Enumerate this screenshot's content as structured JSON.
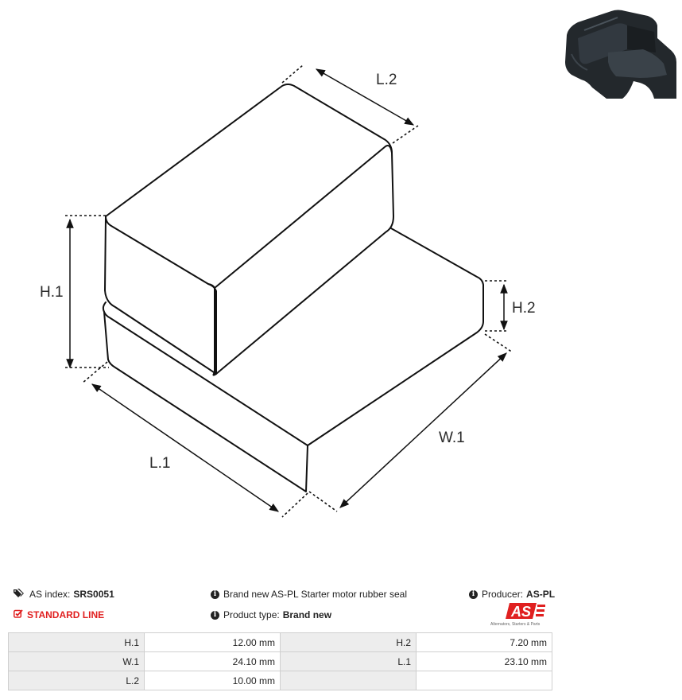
{
  "drawing": {
    "labels": {
      "l2": "L.2",
      "h1": "H.1",
      "h2": "H.2",
      "l1": "L.1",
      "w1": "W.1"
    }
  },
  "photo": {
    "alt_icon": "rubber-seal-photo"
  },
  "info": {
    "index_label": "AS index:",
    "index_value": "SRS0051",
    "line_label": "STANDARD LINE",
    "description": "Brand new AS-PL Starter motor rubber seal",
    "type_label": "Product type:",
    "type_value": "Brand new",
    "producer_label": "Producer:",
    "producer_value": "AS-PL",
    "logo_text": "AS",
    "logo_caption": "Alternators, Starters & Parts"
  },
  "specs": [
    [
      {
        "k": "H.1",
        "v": "12.00 mm"
      },
      {
        "k": "H.2",
        "v": "7.20 mm"
      }
    ],
    [
      {
        "k": "W.1",
        "v": "24.10 mm"
      },
      {
        "k": "L.1",
        "v": "23.10 mm"
      }
    ],
    [
      {
        "k": "L.2",
        "v": "10.00 mm"
      },
      {
        "k": "",
        "v": ""
      }
    ]
  ],
  "colors": {
    "accent_red": "#e02020",
    "key_cell_bg": "#ededed",
    "border": "#cfcfcf"
  }
}
